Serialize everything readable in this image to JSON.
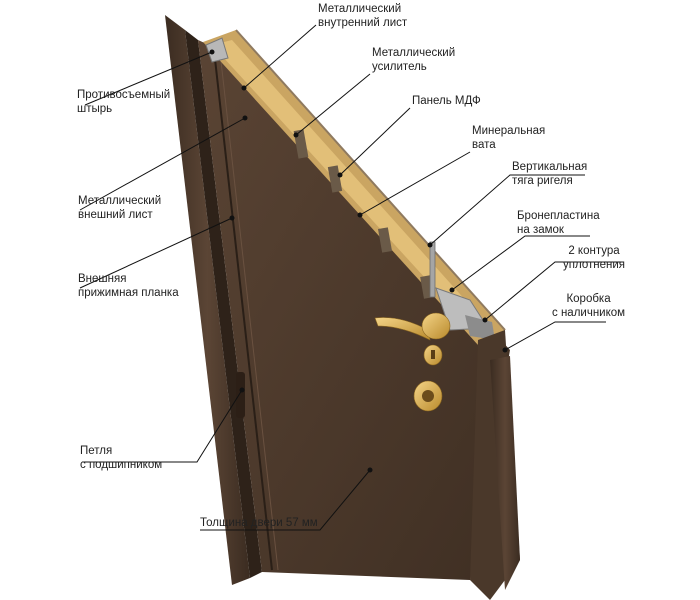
{
  "labels": {
    "inner_sheet": [
      "Металлический",
      "внутренний лист"
    ],
    "reinforcement": [
      "Металлический",
      "усилитель"
    ],
    "mdf_panel": [
      "Панель МДФ"
    ],
    "mineral_wool": [
      "Минеральная",
      "вата"
    ],
    "vertical_bolt_rod": [
      "Вертикальная",
      "тяга ригеля"
    ],
    "armor_plate": [
      "Бронепластина",
      "на замок"
    ],
    "seal_contours": [
      "2 контура",
      "уплотнения"
    ],
    "frame": [
      "Коробка",
      "с наличником"
    ],
    "anti_removal_pin": [
      "Противосъемный",
      "штырь"
    ],
    "outer_sheet": [
      "Металлический",
      "внешний лист"
    ],
    "outer_strip": [
      "Внешняя",
      "прижимная планка"
    ],
    "hinge": [
      "Петля",
      "с подшипником"
    ],
    "thickness": [
      "Толщина двери 57 мм"
    ]
  },
  "colors": {
    "door_face": "#4d3a2c",
    "door_dark": "#3a2b20",
    "insulation": "#d8b36a",
    "brass": "#d6a84a",
    "steel": "#9a9a9a",
    "leader": "#111111"
  }
}
